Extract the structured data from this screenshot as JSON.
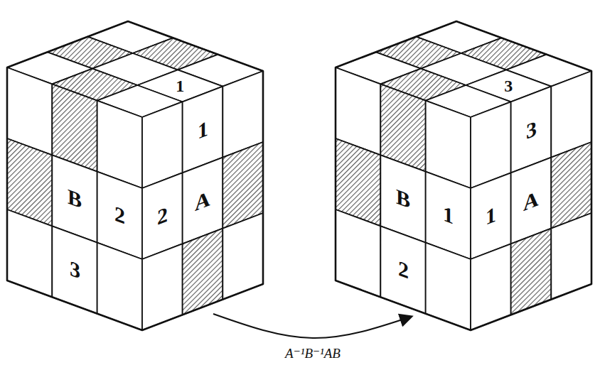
{
  "diagram": {
    "labels": [
      "1",
      "1",
      "B",
      "2",
      "2",
      "A",
      "3",
      "3",
      "3",
      "B",
      "1",
      "1",
      "A",
      "2",
      "A⁻¹B⁻¹AB"
    ]
  }
}
